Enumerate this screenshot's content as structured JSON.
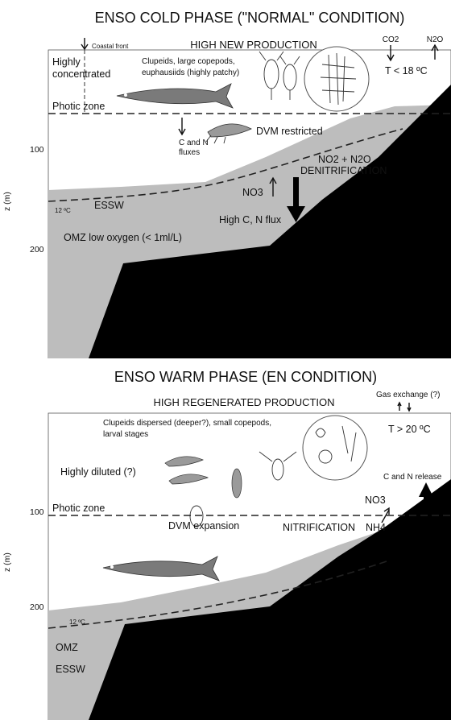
{
  "cold": {
    "title": "ENSO COLD PHASE (\"NORMAL\" CONDITION)",
    "production": "HIGH NEW PRODUCTION",
    "coastal_front": "Coastal front",
    "co2": "CO2",
    "n2o": "N2O",
    "temp": "T < 18 ºC",
    "concentration_line1": "Highly",
    "concentration_line2": "concentrated",
    "species_line1": "Clupeids, large copepods,",
    "species_line2": "euphausiids (highly patchy)",
    "photic_zone": "Photic zone",
    "fluxes_line1": "C and N",
    "fluxes_line2": "fluxes",
    "dvm": "DVM restricted",
    "no2_n2o": "NO2 + N2O",
    "denitrification": "DENITRIFICATION",
    "no3": "NO3",
    "isotherm": "12 ºC",
    "esw": "ESSW",
    "high_flux": "High C, N flux",
    "omz": "OMZ low oxygen (< 1ml/L)",
    "axis_label": "z (m)",
    "tick_100": "100",
    "tick_200": "200"
  },
  "warm": {
    "title": "ENSO WARM PHASE (EN CONDITION)",
    "production": "HIGH REGENERATED PRODUCTION",
    "gas_exchange": "Gas exchange (?)",
    "temp": "T > 20 ºC",
    "species_line1": "Clupeids dispersed (deeper?), small copepods,",
    "species_line2": "larval stages",
    "diluted": "Highly diluted (?)",
    "release": "C and N release",
    "no3": "NO3",
    "nh4": "NH4",
    "photic_zone": "Photic zone",
    "dvm": "DVM expansion",
    "nitrification": "NITRIFICATION",
    "isotherm": "12 ºC",
    "omz": "OMZ",
    "esw": "ESSW",
    "axis_label": "z (m)",
    "tick_100": "100",
    "tick_200": "200"
  }
}
